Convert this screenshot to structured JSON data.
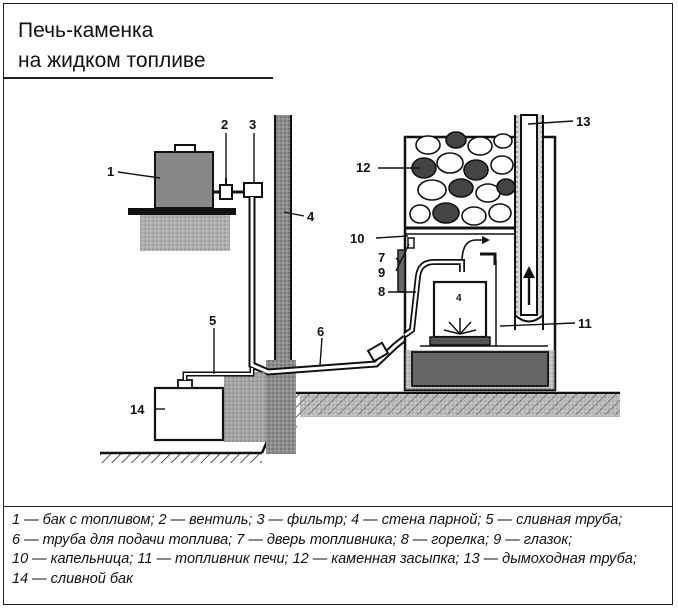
{
  "title": {
    "line1": "Печь-каменка",
    "line2": "на жидком топливе"
  },
  "callouts": [
    "1",
    "2",
    "3",
    "4",
    "5",
    "6",
    "7",
    "8",
    "9",
    "10",
    "11",
    "12",
    "13",
    "14"
  ],
  "legend": [
    "1 — бак с топливом;",
    "2 — вентиль;",
    "3 — фильтр;",
    "4 — стена парной;",
    "5 — сливная труба;",
    "6 — труба для подачи топлива;",
    "7 — дверь топливника;",
    "8 — горелка;",
    "9 — глазок;",
    "10 — капельница;",
    "11 — топливник печи;",
    "12 — каменная засыпка;",
    "13 — дымоходная труба;",
    "14 — сливной бак"
  ],
  "colors": {
    "ink": "#111111",
    "shade": "#555555",
    "light": "#9a9a9a",
    "paper": "#ffffff"
  },
  "icons": [
    "flame-icon",
    "arrow-up-icon"
  ]
}
